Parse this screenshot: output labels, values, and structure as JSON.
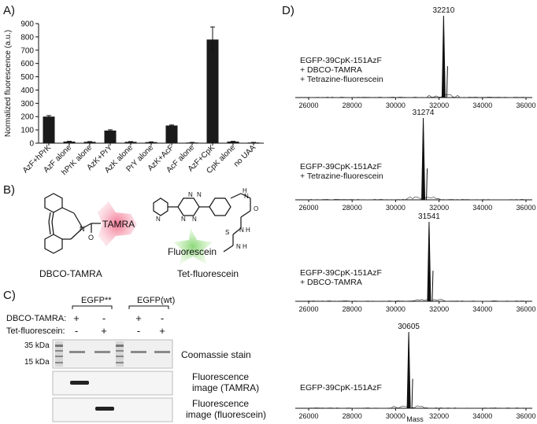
{
  "panel_labels": {
    "a": "A)",
    "b": "B)",
    "c": "C)",
    "d": "D)"
  },
  "chart_data": {
    "type": "bar",
    "ylabel": "Normalized  fluorescence (a.u.)",
    "ylim": [
      0,
      900
    ],
    "yticks": [
      0,
      100,
      200,
      300,
      400,
      500,
      600,
      700,
      800,
      900
    ],
    "categories": [
      "AzF+hPrK",
      "AzF alone",
      "hPrK alone",
      "AzK+PrY",
      "AzK alone",
      "PrY alone",
      "AzK+AcF",
      "AcF alone",
      "AzF+CpK",
      "CpK alone",
      "no UAA"
    ],
    "values": [
      200,
      12,
      10,
      95,
      10,
      8,
      133,
      5,
      780,
      12,
      5
    ],
    "errors": [
      8,
      2,
      2,
      6,
      2,
      2,
      4,
      1,
      95,
      2,
      1
    ],
    "bar_color": "#1a1a1a"
  },
  "structures": {
    "dbco": {
      "label": "TAMRA",
      "caption": "DBCO-TAMRA",
      "atoms": [
        "N",
        "O"
      ]
    },
    "tet": {
      "label": "Fluorescein",
      "caption": "Tet-fluorescein",
      "atoms": [
        "N",
        "N",
        "N",
        "N",
        "N",
        "H",
        "N",
        "O",
        "S",
        "N",
        "H",
        "N",
        "H"
      ]
    }
  },
  "gel": {
    "group1": "EGFP**",
    "group2": "EGFP(wt)",
    "row1_label": "DBCO-TAMRA:",
    "row2_label": "Tet-fluorescein:",
    "row1_marks": [
      "+",
      "-",
      "+",
      "-"
    ],
    "row2_marks": [
      "-",
      "+",
      "-",
      "+"
    ],
    "mw1": "35 kDa",
    "mw2": "15 kDa",
    "lane_caption1": "Coomassie stain",
    "lane_caption2a": "Fluorescence",
    "lane_caption2b": "image (TAMRA)",
    "lane_caption3a": "Fluorescence",
    "lane_caption3b": "image (fluorescein)"
  },
  "ms": {
    "xlabel": "Mass",
    "xticks": [
      "26000",
      "28000",
      "30000",
      "32000",
      "34000",
      "36000"
    ],
    "spectra": [
      {
        "peak": "32210",
        "lines": [
          "EGFP-39CpK-151AzF",
          "+ DBCO-TAMRA",
          "+ Tetrazine-fluorescein"
        ]
      },
      {
        "peak": "31274",
        "lines": [
          "EGFP-39CpK-151AzF",
          "+ Tetrazine-fluorescein"
        ]
      },
      {
        "peak": "31541",
        "lines": [
          "EGFP-39CpK-151AzF",
          "+ DBCO-TAMRA"
        ]
      },
      {
        "peak": "30605",
        "lines": [
          "EGFP-39CpK-151AzF"
        ]
      }
    ]
  }
}
